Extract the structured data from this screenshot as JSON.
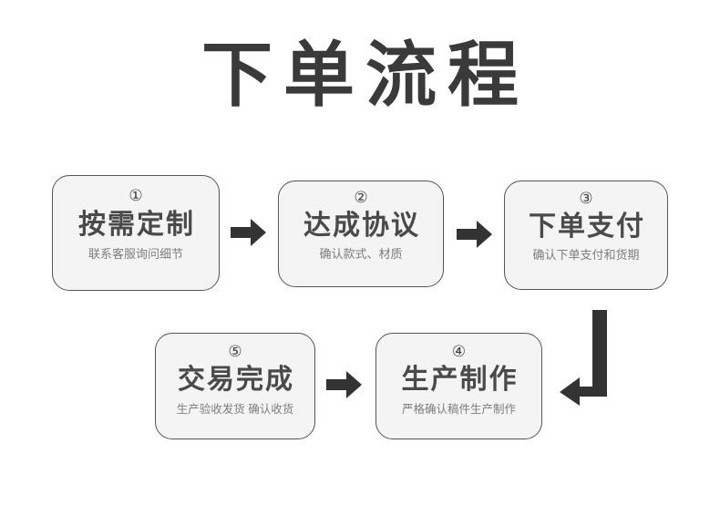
{
  "title": "下单流程",
  "colors": {
    "card_bg": "#f4f4f4",
    "card_border": "#555555",
    "title_text": "#3a3a3a",
    "card_title_text": "#4a4a4a",
    "card_sub_text": "#7d7d7d",
    "arrow": "#333333",
    "page_bg": "#ffffff"
  },
  "steps": [
    {
      "number": "①",
      "title": "按需定制",
      "subtitle": "联系客服询问细节"
    },
    {
      "number": "②",
      "title": "达成协议",
      "subtitle": "确认款式、材质"
    },
    {
      "number": "③",
      "title": "下单支付",
      "subtitle": "确认下单支付和货期"
    },
    {
      "number": "④",
      "title": "生产制作",
      "subtitle": "严格确认稿件生产制作"
    },
    {
      "number": "⑤",
      "title": "交易完成",
      "subtitle": "生产验收发货 确认收货"
    }
  ],
  "connectors": [
    {
      "name": "arrow-step1-to-step2",
      "direction": "right"
    },
    {
      "name": "arrow-step2-to-step3",
      "direction": "right"
    },
    {
      "name": "arrow-step3-to-step4",
      "direction": "down-then-left"
    },
    {
      "name": "arrow-step4-to-step5",
      "direction": "left-rendered-right"
    }
  ]
}
